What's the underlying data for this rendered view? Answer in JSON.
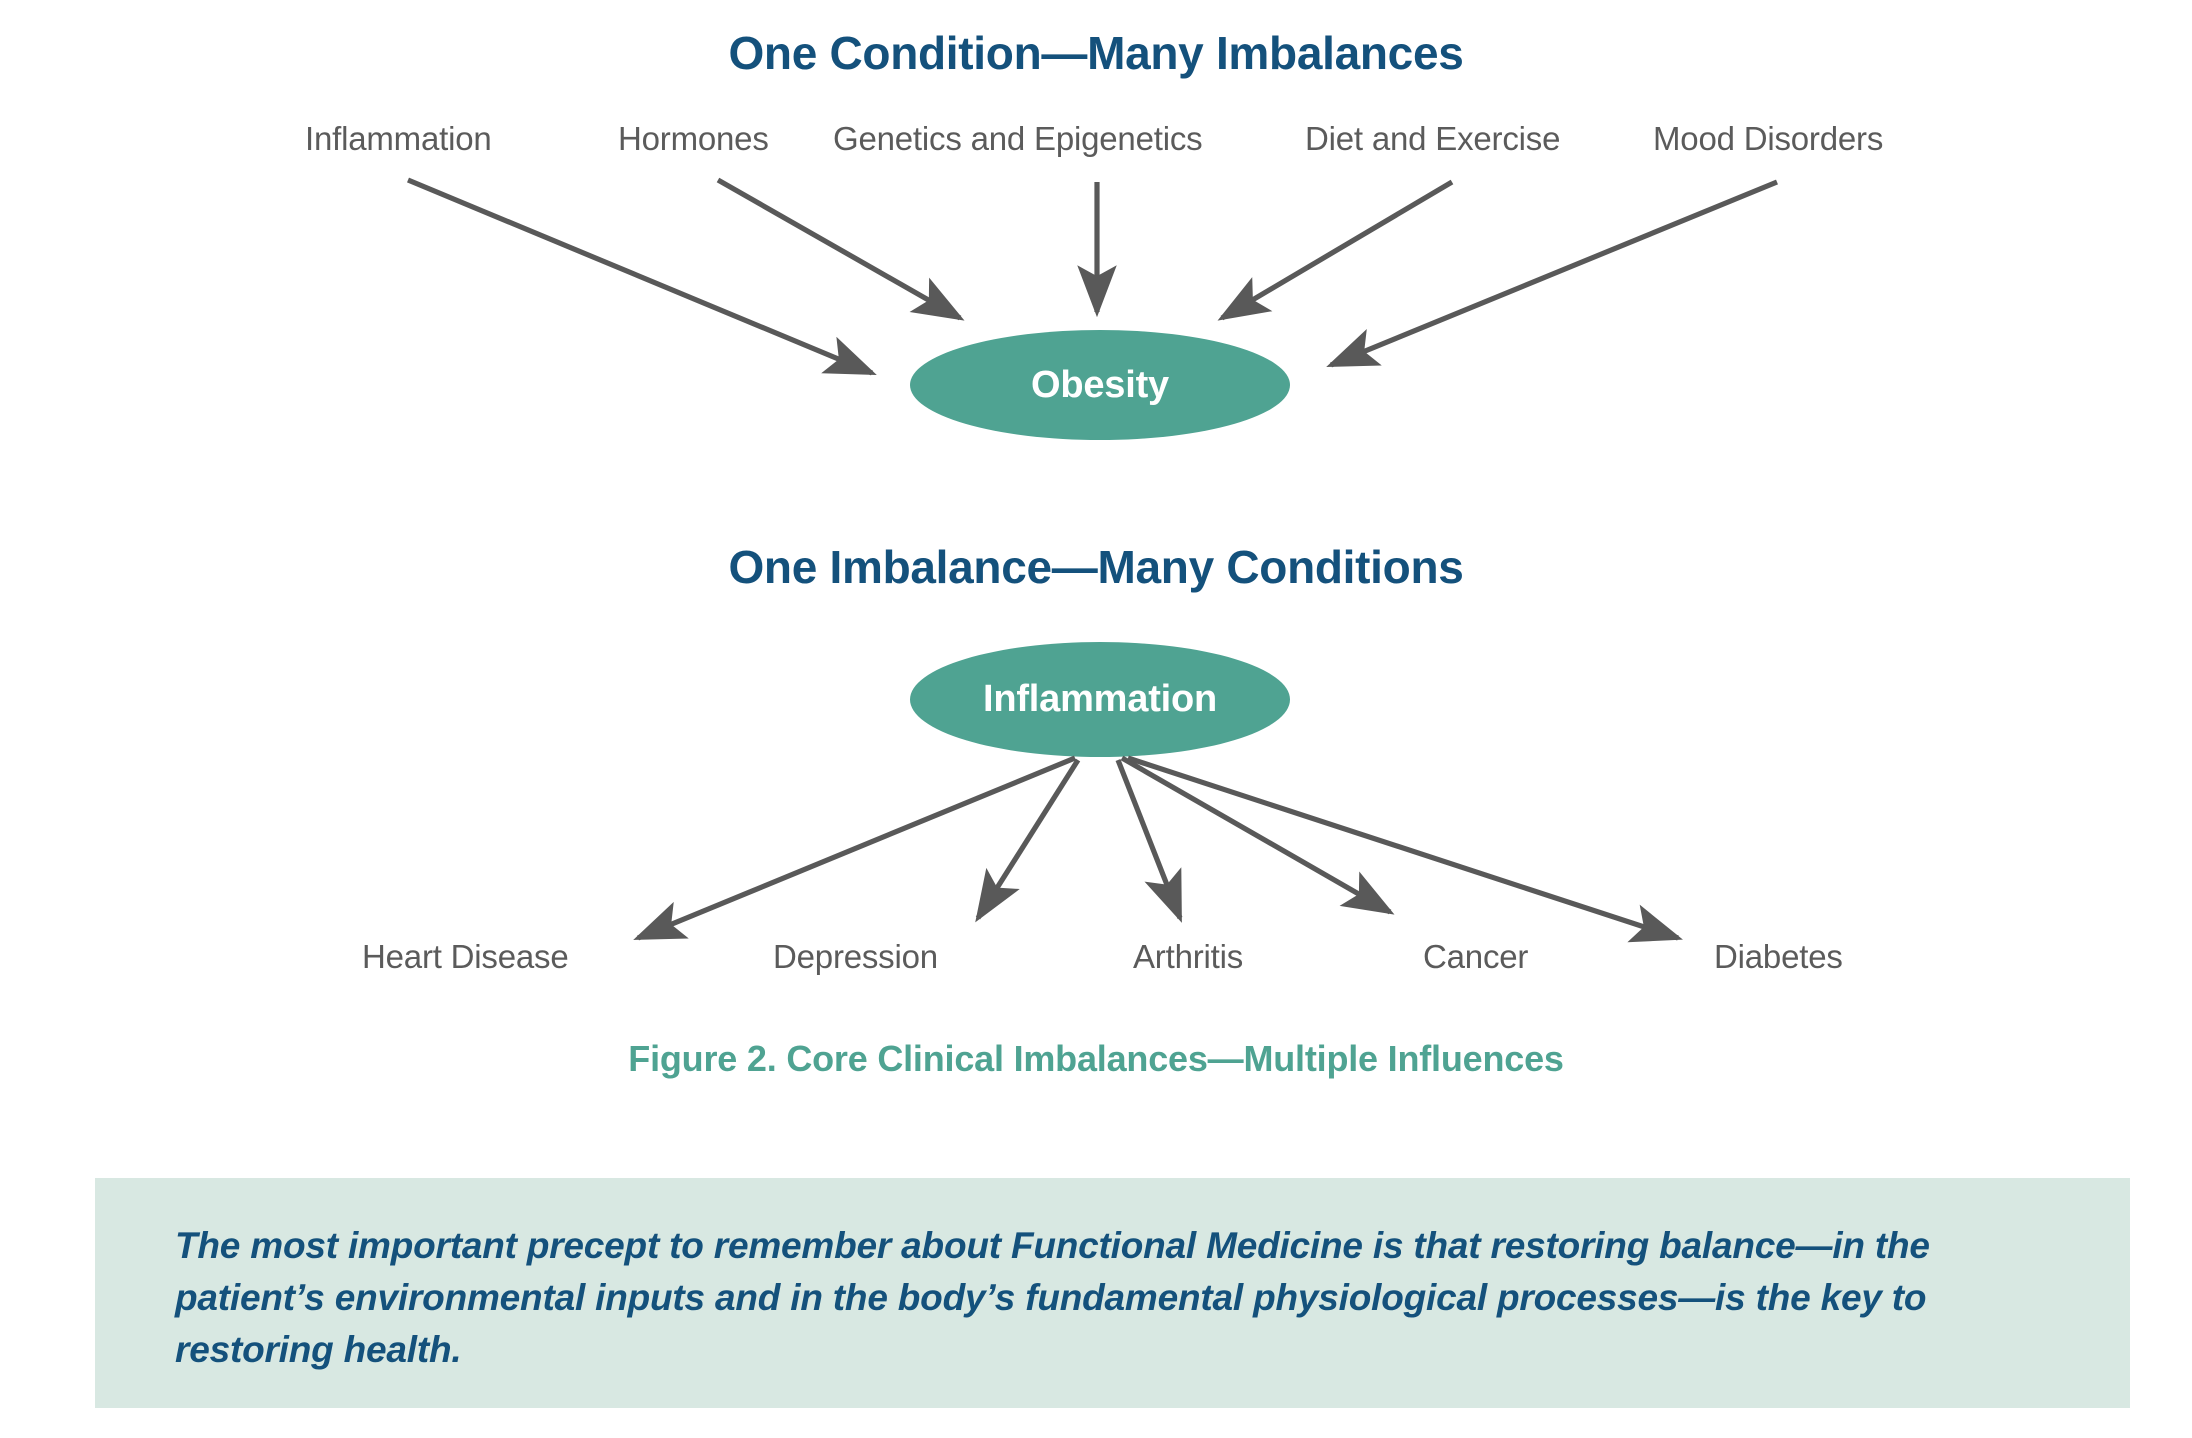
{
  "figure": {
    "caption": "Figure 2. Core Clinical Imbalances—Multiple Influences",
    "accent_color": "#4FA392",
    "heading_color": "#14517C",
    "label_color": "#5B5B5B",
    "arrow_color": "#595959",
    "callout_bg": "#D8E8E2",
    "page_bg": "#FFFFFF"
  },
  "section_one": {
    "title": "One Condition—Many Imbalances",
    "center_node": "Obesity",
    "inputs": [
      {
        "label": "Inflammation"
      },
      {
        "label": "Hormones"
      },
      {
        "label": "Genetics and Epigenetics"
      },
      {
        "label": "Diet and Exercise"
      },
      {
        "label": "Mood Disorders"
      }
    ]
  },
  "section_two": {
    "title": "One Imbalance—Many Conditions",
    "center_node": "Inflammation",
    "outputs": [
      {
        "label": "Heart Disease"
      },
      {
        "label": "Depression"
      },
      {
        "label": "Arthritis"
      },
      {
        "label": "Cancer"
      },
      {
        "label": "Diabetes"
      }
    ]
  },
  "callout": {
    "text": "The most important precept to remember about Functional Medicine is that restoring balance—in the patient’s environmental inputs and in the body’s fundamental physiological processes—is the key to restoring health."
  }
}
